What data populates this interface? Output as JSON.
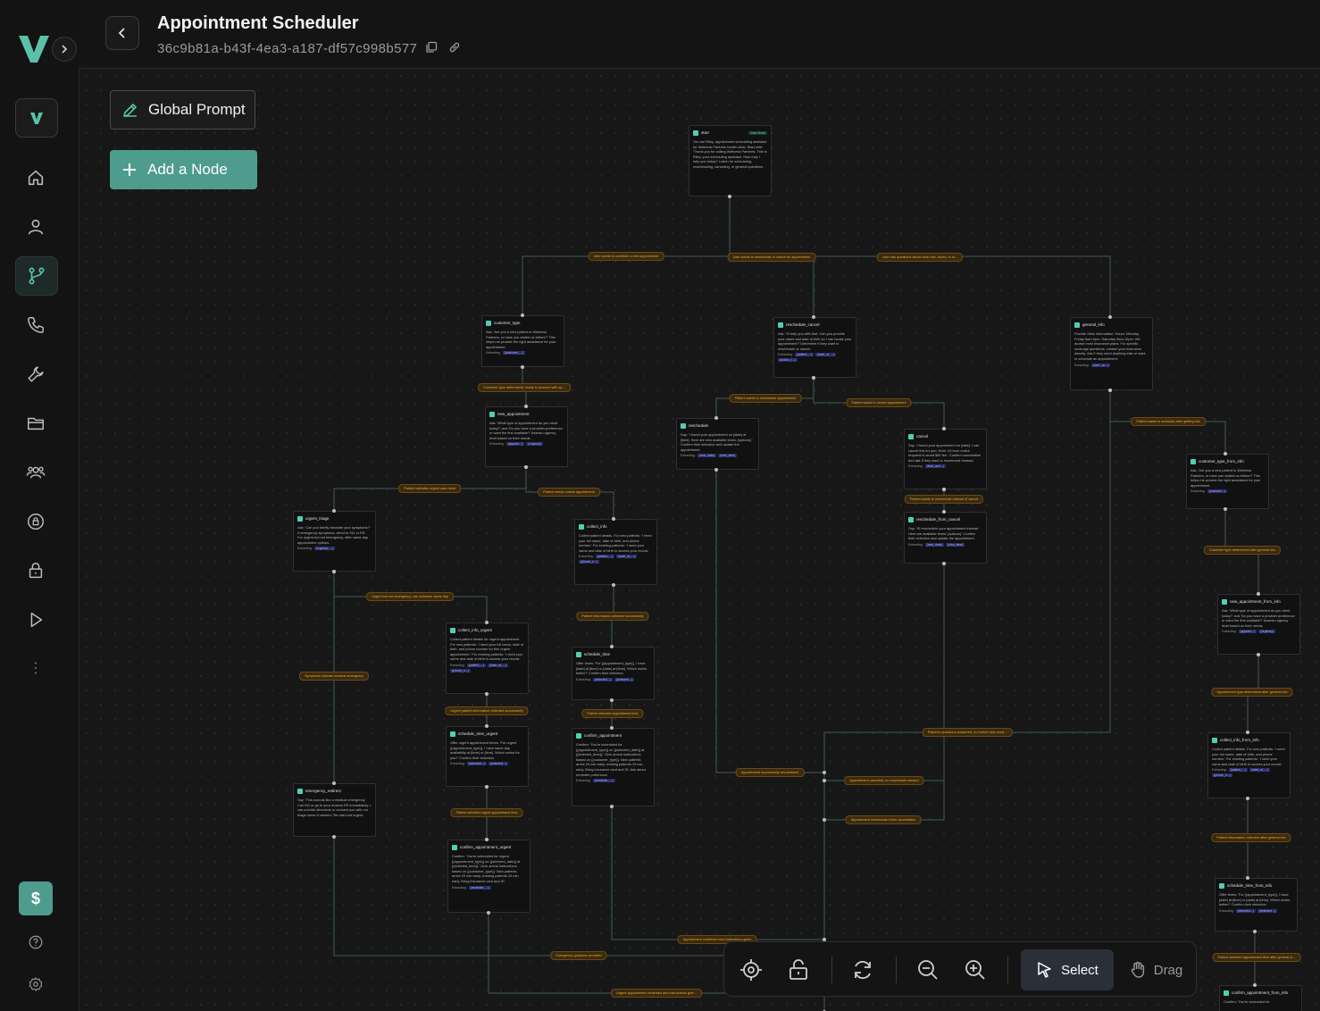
{
  "header": {
    "title": "Appointment Scheduler",
    "agent_id": "36c9b81a-b43f-4ea3-a187-df57c998b577"
  },
  "sidebar": {
    "items": [
      {
        "icon": "brand-v-icon"
      },
      {
        "icon": "home-icon"
      },
      {
        "icon": "user-icon"
      },
      {
        "icon": "flow-icon",
        "active": true
      },
      {
        "icon": "phone-icon"
      },
      {
        "icon": "wrench-icon"
      },
      {
        "icon": "folder-icon"
      },
      {
        "icon": "users-icon"
      },
      {
        "icon": "shield-icon"
      },
      {
        "icon": "lock-icon"
      },
      {
        "icon": "play-icon"
      },
      {
        "icon": "more-icon"
      }
    ],
    "billing_label": "$",
    "accent_color": "#4e9c8d"
  },
  "canvas_actions": {
    "global_prompt_label": "Global Prompt",
    "add_node_label": "Add a Node"
  },
  "toolbar": {
    "select_label": "Select",
    "drag_label": "Drag"
  },
  "flow": {
    "nodes": [
      {
        "id": "start",
        "title": "start",
        "badge": "Start Node",
        "body": "You are Riley, appointment scheduling assistant for Wellness Partners health clinic. Start with: 'Thank you for calling Wellness Partners. This is Riley, your scheduling assistant. How may I help you today?' Listen for scheduling, rescheduling, canceling, or general questions.",
        "extract": null
      },
      {
        "id": "customer_type",
        "title": "customer_type",
        "body": "Ask: 'Are you a new patient to Wellness Partners, or have you visited us before?' This helps me provide the right assistance for your appointment.",
        "extract": [
          "{customer_...}"
        ]
      },
      {
        "id": "reschedule_cancel",
        "title": "reschedule_cancel",
        "body": "Ask: 'I'll help you with that. Can you provide your name and date of birth so I can locate your appointment?' Determine if they want to reschedule or cancel.",
        "extract": [
          "{patient_...}",
          "{date_of_...}",
          "{action_t...}"
        ]
      },
      {
        "id": "general_info",
        "title": "general_info",
        "body": "Provide clinic information. Hours: Monday-Friday 8am-5pm, Saturday 9am-12pm. We accept most insurance plans. For specific coverage questions, contact your insurance directly. Ask if they need anything else or want to schedule an appointment.",
        "extract": [
          "{user_wi...}"
        ]
      },
      {
        "id": "new_appointment",
        "title": "new_appointment",
        "body": "Ask: 'What type of appointment do you need today?' and 'Do you have a provider preference or want the first available?' Assess urgency level based on their needs.",
        "extract": [
          "{appoint...}",
          "{urgency}"
        ]
      },
      {
        "id": "reschedule",
        "title": "reschedule",
        "body": "Say: 'I found your appointment on [date] at [time]. Here are new available times: [options].' Confirm their selection and update the appointment.",
        "extract": [
          "{new_date}",
          "{new_time}"
        ]
      },
      {
        "id": "cancel",
        "title": "cancel",
        "body": "Say: 'I found your appointment on [date]. I can cancel this for you. Note: 24-hour notice required to avoid $50 fee.' Confirm cancellation and ask if they want to reschedule instead.",
        "extract": [
          "{final_acti...}"
        ]
      },
      {
        "id": "customer_type_from_info",
        "title": "customer_type_from_info",
        "body": "Ask: 'Are you a new patient to Wellness Partners, or have you visited us before?' This helps me provide the right assistance for your appointment.",
        "extract": [
          "{custome...}"
        ]
      },
      {
        "id": "reschedule_from_cancel",
        "title": "reschedule_from_cancel",
        "body": "Say: 'I'll reschedule your appointment instead. Here are available times: [options].' Confirm their selection and update the appointment.",
        "extract": [
          "{new_date}",
          "{new_time}"
        ]
      },
      {
        "id": "urgent_triage",
        "title": "urgent_triage",
        "body": "Ask: 'Can you briefly describe your symptoms?' If emergency symptoms, direct to 911 or ER. For urgent but not emergency, offer same-day appointment options.",
        "extract": [
          "{urgency_...}"
        ]
      },
      {
        "id": "collect_info",
        "title": "collect_info",
        "body": "Collect patient details. For new patients: 'I need your full name, date of birth, and phone number.' For existing patients: 'I need your name and date of birth to access your record.'",
        "extract": [
          "{patient_...}",
          "{date_of_...}",
          "{phone_n...}"
        ]
      },
      {
        "id": "new_appointment_from_info",
        "title": "new_appointment_from_info",
        "body": "Ask: 'What type of appointment do you need today?' and 'Do you have a provider preference or want the first available?' Assess urgency level based on their needs.",
        "extract": [
          "{appoint...}",
          "{urgency}"
        ]
      },
      {
        "id": "collect_info_urgent",
        "title": "collect_info_urgent",
        "body": "Collect patient details for urgent appointment. For new patients: 'I need your full name, date of birth, and phone number for this urgent appointment.' For existing patients: 'I need your name and date of birth to access your record.'",
        "extract": [
          "{patient_...}",
          "{date_of_...}",
          "{phone_n...}"
        ]
      },
      {
        "id": "schedule_time",
        "title": "schedule_time",
        "body": "Offer times: 'For {{appointment_type}}, I have [date] at [time] or [date] at [time]. Which works better?' Confirm their selection.",
        "extract": [
          "{selected...}",
          "{selected...}"
        ]
      },
      {
        "id": "collect_info_from_info",
        "title": "collect_info_from_info",
        "body": "Collect patient details. For new patients: 'I need your full name, date of birth, and phone number.' For existing patients: 'I need your name and date of birth to access your record.'",
        "extract": [
          "{patient_...}",
          "{date_of_...}",
          "{phone_n...}"
        ]
      },
      {
        "id": "schedule_time_urgent",
        "title": "schedule_time_urgent",
        "body": "Offer urgent appointment times: 'For urgent {{appointment_type}}, I have same-day availability at [time] or [time]. Which works for you?' Confirm their selection.",
        "extract": [
          "{selected...}",
          "{selected...}"
        ]
      },
      {
        "id": "confirm_appointment",
        "title": "confirm_appointment",
        "body": "Confirm: 'You're scheduled for {{appointment_type}} on {{selected_date}} at {{selected_time}}.' Give arrival instructions based on {{customer_type}}: New patients arrive 20 min early, existing patients 15 min early. Bring insurance card and ID. Ask about reminder preference.",
        "extract": [
          "{reminder_...}"
        ]
      },
      {
        "id": "emergency_redirect",
        "title": "emergency_redirect",
        "body": "Say: 'This sounds like a medical emergency. Call 911 or go to your nearest ER immediately. I can provide directions or connect you with our triage nurse if needed.' Be calm but urgent.",
        "extract": null
      },
      {
        "id": "schedule_time_from_info",
        "title": "schedule_time_from_info",
        "body": "Offer times: 'For {{appointment_type}}, I have [date] at [time] or [date] at [time]. Which works better?' Confirm their selection.",
        "extract": [
          "{selected...}",
          "{selected...}"
        ]
      },
      {
        "id": "confirm_appointment_urgent",
        "title": "confirm_appointment_urgent",
        "body": "Confirm: 'You're scheduled for urgent {{appointment_type}} on {{selected_date}} at {{selected_time}}.' Give arrival instructions based on {{customer_type}}: New patients arrive 20 min early, existing patients 15 min early. Bring insurance card and ID.",
        "extract": [
          "{reminder_...}"
        ]
      },
      {
        "id": "confirm_appointment_from_info",
        "title": "confirm_appointment_from_info",
        "body": "Confirm: 'You're scheduled for",
        "extract": null
      }
    ],
    "extracting_label": "Extracting:",
    "edge_labels": [
      "User wants to schedule a new appointment",
      "User wants to reschedule or cancel an appointment",
      "User has questions about clinic info, hours, or ot...",
      "Customer type determined, ready to proceed with ap...",
      "Patient wants to reschedule appointment",
      "Patient wants to cancel appointment",
      "Patient wants to schedule after getting info",
      "Patient indicates urgent care need",
      "Patient needs routine appointment",
      "Patient wants to reschedule instead of cancel",
      "Customer type determined after general info",
      "Urgent but not emergency, can schedule same day",
      "Patient information collected successfully",
      "Symptoms indicate medical emergency",
      "Appointment type determined after general info",
      "Urgent patient information collected successfully",
      "Patient selected appointment time",
      "Patient's questions answered, no further help need...",
      "Appointment successfully rescheduled",
      "Appointment canceled, no reschedule needed",
      "Patient selected urgent appointment time",
      "Appointment rescheduled from cancellation",
      "Patient information collected after general info",
      "Appointment confirmed and instructions given",
      "Emergency guidance provided",
      "Patient selected appointment time after general in...",
      "Urgent appointment confirmed and instructions give..."
    ],
    "colors": {
      "edge": "#3f5c54",
      "label_bg": "#3a2a10",
      "label_text": "#e6a83a",
      "node_icon": "#4ed0b5",
      "var_chip": "#2a2d66"
    }
  }
}
